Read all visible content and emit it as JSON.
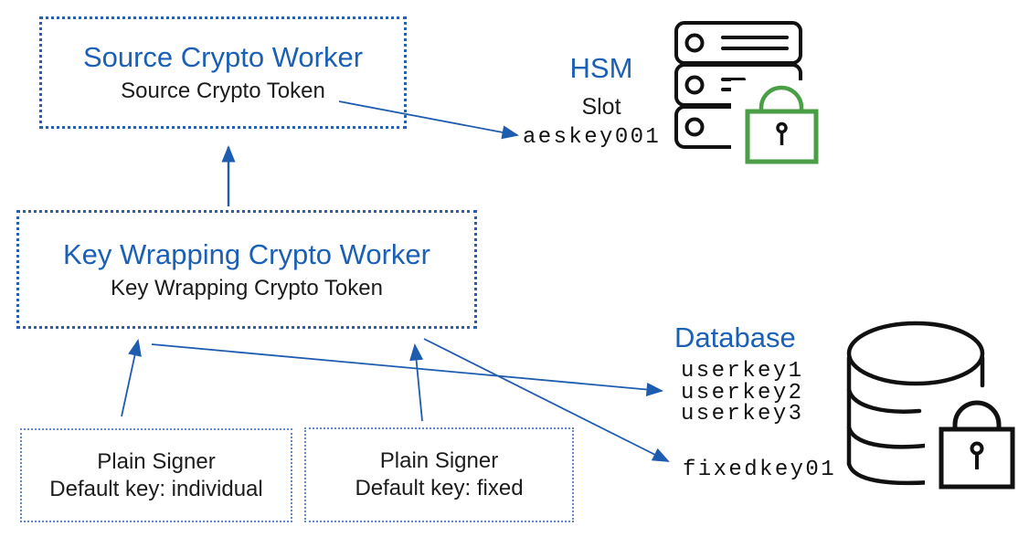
{
  "colors": {
    "accent_blue": "#1b60b5",
    "border_blue": "#2b5fae",
    "arrow_blue": "#1e5cb0",
    "lock_green": "#4a9e45",
    "icon_black": "#111111"
  },
  "source_worker": {
    "title": "Source Crypto Worker",
    "subtitle": "Source Crypto Token"
  },
  "key_wrapping_worker": {
    "title": "Key Wrapping Crypto Worker",
    "subtitle": "Key Wrapping Crypto Token"
  },
  "plain_signer_individual": {
    "title": "Plain Signer",
    "subtitle": "Default key: individual"
  },
  "plain_signer_fixed": {
    "title": "Plain Signer",
    "subtitle": "Default key: fixed"
  },
  "hsm": {
    "label": "HSM",
    "slot_label": "Slot",
    "key_name": "aeskey001",
    "icons": [
      "server-rack-icon",
      "padlock-green-icon"
    ]
  },
  "database": {
    "label": "Database",
    "user_keys": [
      "userkey1",
      "userkey2",
      "userkey3"
    ],
    "fixed_key": "fixedkey01",
    "icons": [
      "database-cylinder-icon",
      "padlock-black-icon"
    ]
  },
  "connections": [
    "key-wrapping-crypto-worker -> source-crypto-worker",
    "source-crypto-token -> hsm-slot-aeskey001",
    "plain-signer-individual -> key-wrapping-crypto-worker",
    "plain-signer-fixed -> key-wrapping-crypto-worker",
    "key-wrapping-crypto-worker -> database-userkeys",
    "key-wrapping-crypto-worker -> database-fixedkey01"
  ]
}
